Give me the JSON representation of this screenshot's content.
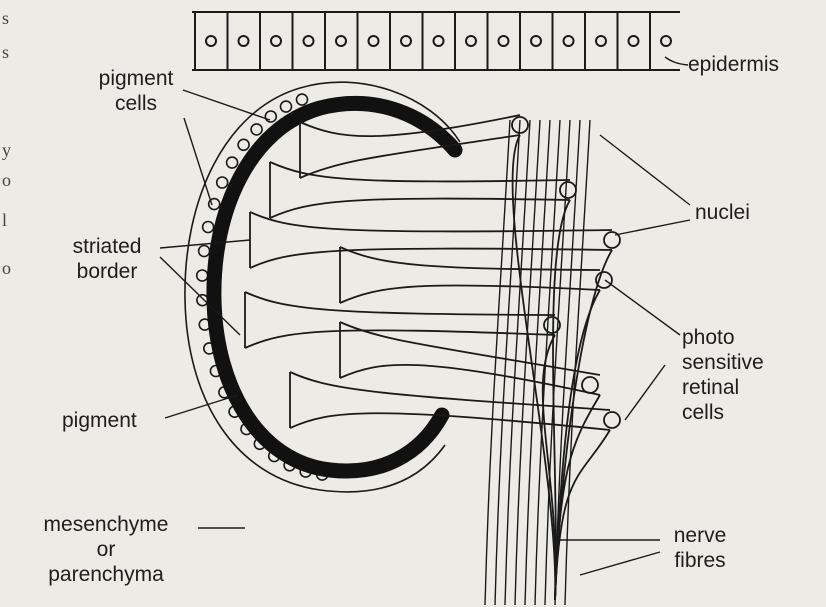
{
  "labels": {
    "epidermis": "epidermis",
    "pigment_cells_1": "pigment",
    "pigment_cells_2": "cells",
    "nuclei": "nuclei",
    "striated_1": "striated",
    "striated_2": "border",
    "photo_1": "photo",
    "photo_2": "sensitive",
    "photo_3": "retinal",
    "photo_4": "cells",
    "pigment": "pigment",
    "mesenchyme_1": "mesenchyme",
    "mesenchyme_2": "or",
    "mesenchyme_3": "parenchyma",
    "nerve_1": "nerve",
    "nerve_2": "fibres"
  },
  "edge_text": [
    "s",
    "s",
    "y",
    "o",
    "l",
    "o"
  ],
  "colors": {
    "ink": "#1a1a1a",
    "paper": "#ecebe6"
  }
}
